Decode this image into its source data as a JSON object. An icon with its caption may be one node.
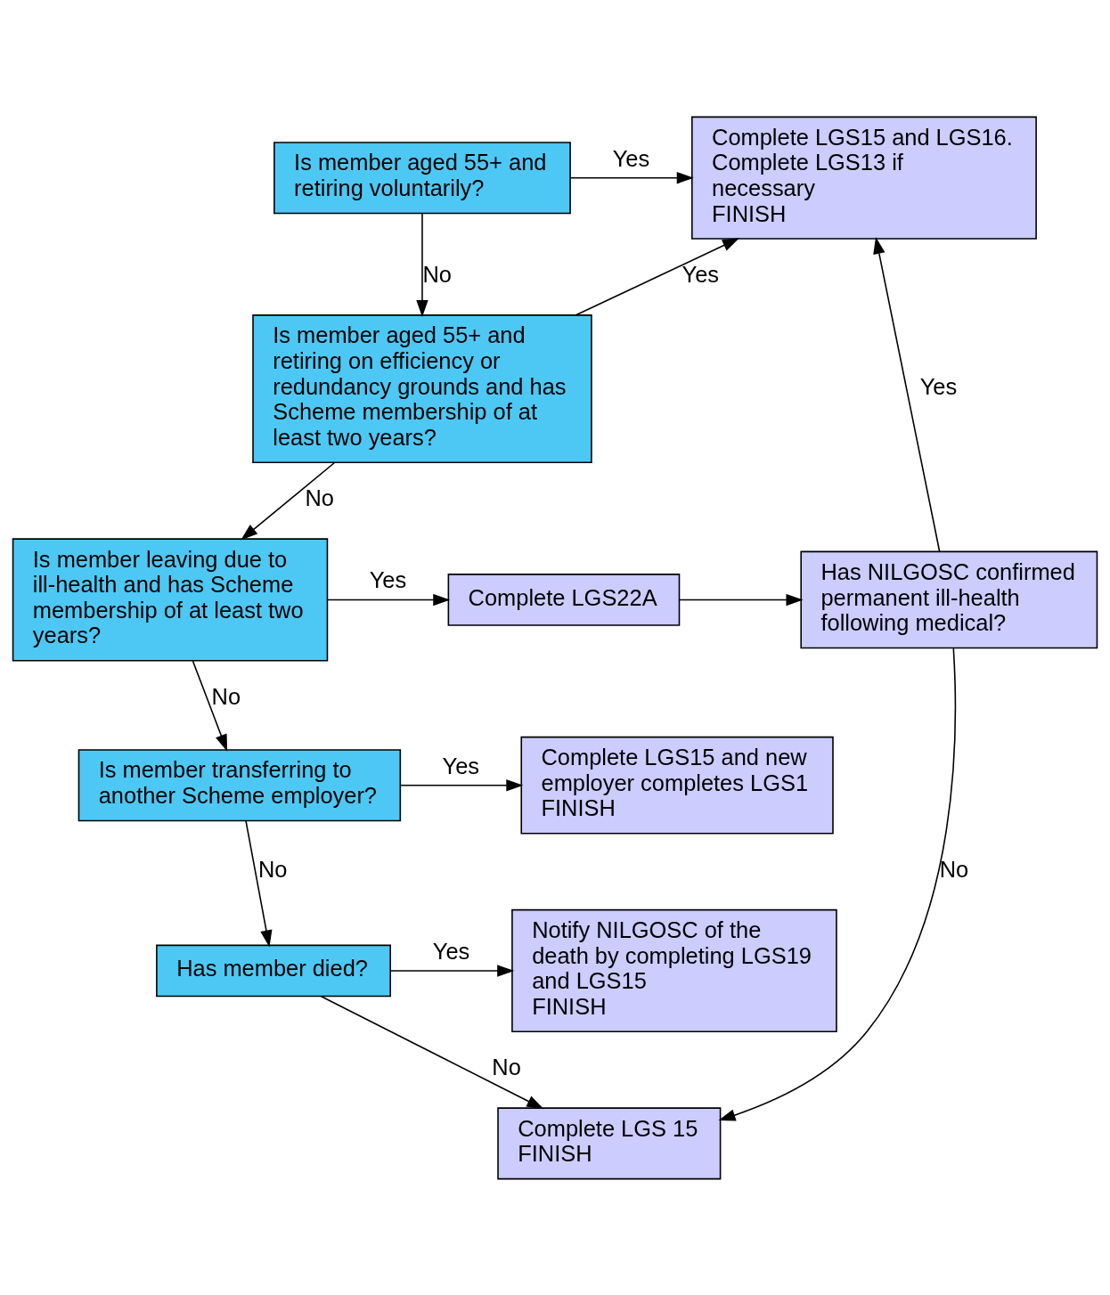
{
  "diagram": {
    "nodes": [
      {
        "text": [
          "Is member aged 55+ and retiring voluntarily?"
        ]
      },
      {
        "text": [
          "Complete LGS15 and LGS16. Complete LGS13 if necessary",
          "FINISH"
        ]
      },
      {
        "text": [
          "Is member aged 55+ and retiring on efficiency or redundancy grounds and has Scheme membership of at least two years?"
        ]
      },
      {
        "text": [
          "Is member leaving due to ill-health and has Scheme membership of at least two years?"
        ]
      },
      {
        "text": [
          "Complete LGS22A"
        ]
      },
      {
        "text": [
          "Has NILGOSC confirmed permanent ill-health following medical?"
        ]
      },
      {
        "text": [
          "Is member transferring to another Scheme employer?"
        ]
      },
      {
        "text": [
          "Complete LGS15 and new employer completes LGS1",
          "FINISH"
        ]
      },
      {
        "text": [
          "Has member died?"
        ]
      },
      {
        "text": [
          "Notify NILGOSC of the death by completing LGS19 and LGS15",
          "FINISH"
        ]
      },
      {
        "text": [
          "Complete LGS 15",
          "FINISH"
        ]
      }
    ],
    "edges": [
      {
        "from": 0,
        "to": 1,
        "arrow": "to",
        "label": "Yes"
      },
      {
        "from": 0,
        "to": 2,
        "arrow": "to",
        "label": "No"
      },
      {
        "from": 2,
        "to": 1,
        "arrow": "to",
        "label": "Yes"
      },
      {
        "from": 2,
        "to": 3,
        "arrow": "to",
        "label": "No"
      },
      {
        "from": 3,
        "to": 4,
        "arrow": "to",
        "label": "Yes"
      },
      {
        "from": 4,
        "to": 5,
        "arrow": "to"
      },
      {
        "from": 5,
        "to": 1,
        "arrow": "to",
        "label": "Yes"
      },
      {
        "from": 5,
        "to": 10,
        "arrow": "to",
        "label": "No"
      },
      {
        "from": 3,
        "to": 6,
        "arrow": "to",
        "label": "No"
      },
      {
        "from": 6,
        "to": 7,
        "arrow": "to",
        "label": "Yes"
      },
      {
        "from": 6,
        "to": 8,
        "arrow": "to",
        "label": "No"
      },
      {
        "from": 8,
        "to": 9,
        "arrow": "to",
        "label": "Yes"
      },
      {
        "from": 8,
        "to": 10,
        "arrow": "to",
        "label": "No"
      }
    ]
  }
}
